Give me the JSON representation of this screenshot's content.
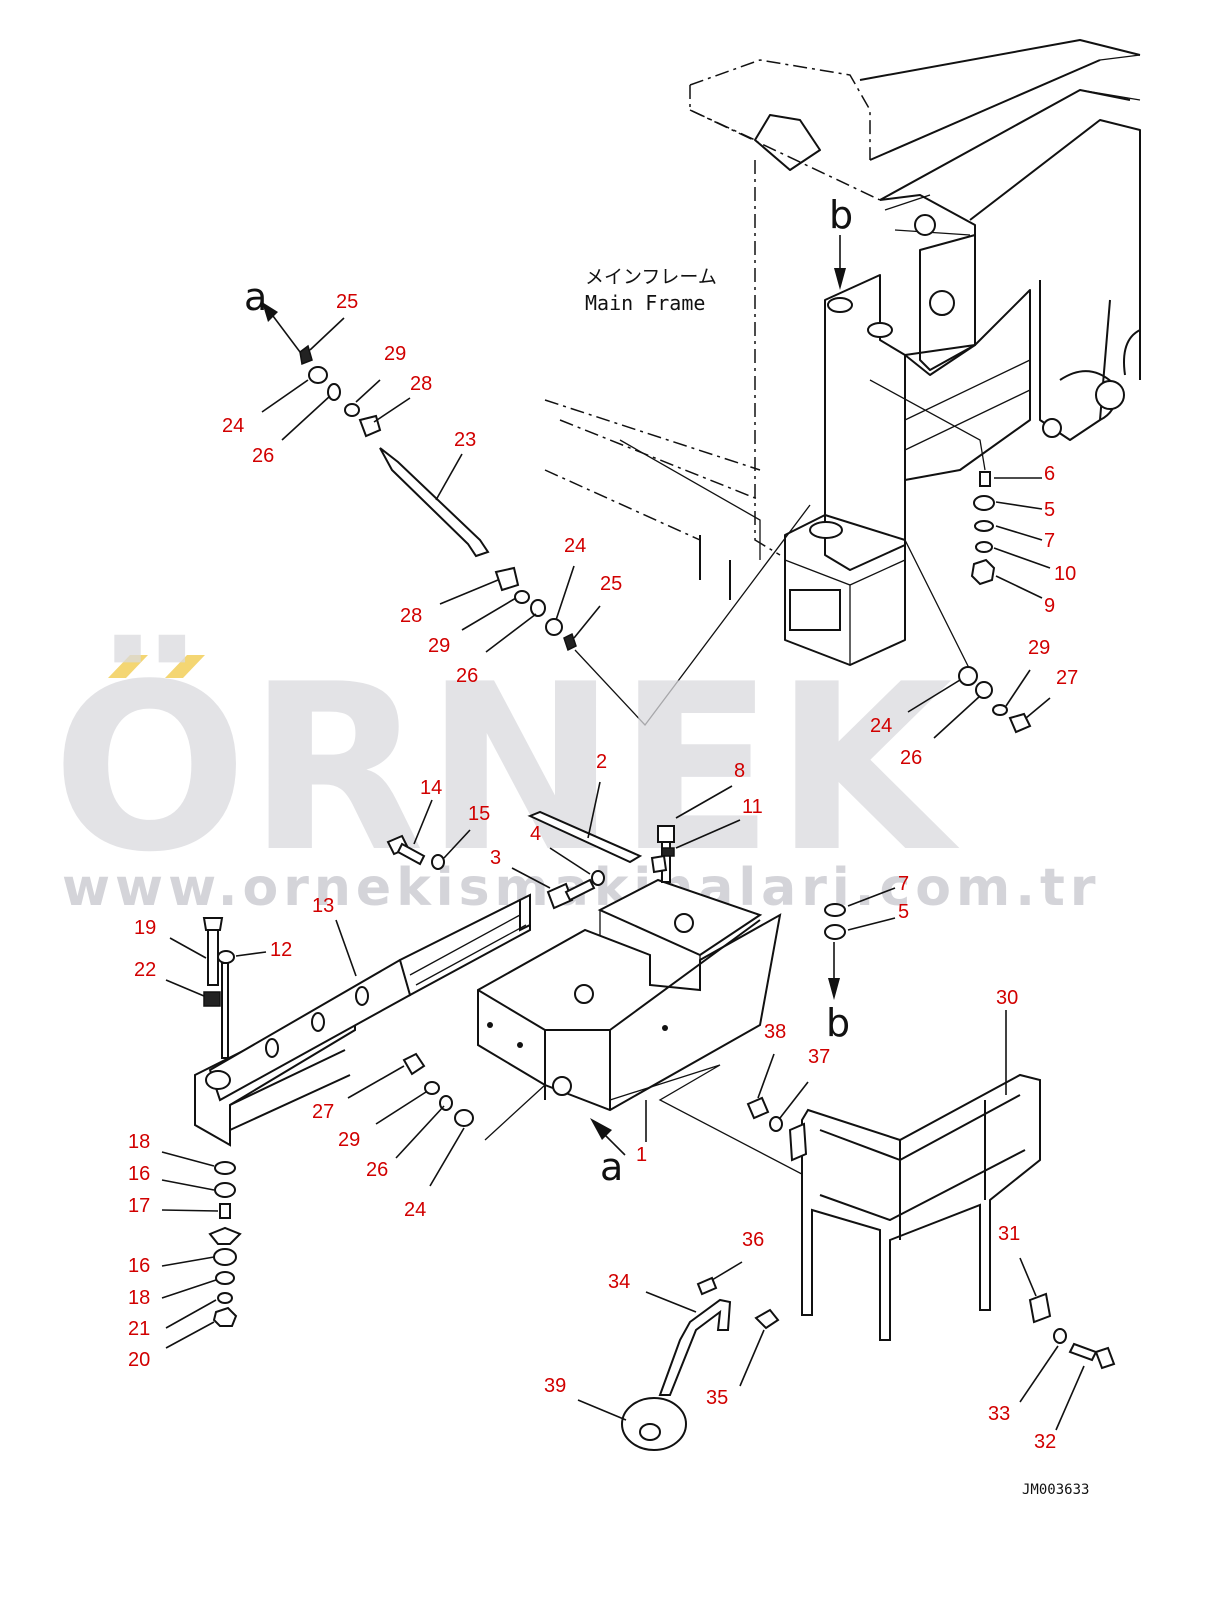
{
  "frame_label": {
    "jp": "メインフレーム",
    "en": "Main Frame"
  },
  "view_markers": {
    "a": "a",
    "b": "b"
  },
  "drawing_code": "JM003633",
  "watermark": {
    "brand": "ÖRNEK",
    "url": "www.ornekismakinalari.com.tr",
    "color": "#d9d9de",
    "accent": "#f2cf5a"
  },
  "colors": {
    "callout": "#d10000",
    "line": "#111111"
  },
  "callouts": {
    "c1": "1",
    "c2": "2",
    "c3": "3",
    "c4": "4",
    "c5a": "5",
    "c5b": "5",
    "c6": "6",
    "c7a": "7",
    "c7b": "7",
    "c8": "8",
    "c9": "9",
    "c10": "10",
    "c11": "11",
    "c12": "12",
    "c13": "13",
    "c14": "14",
    "c15": "15",
    "c16a": "16",
    "c16b": "16",
    "c17": "17",
    "c18a": "18",
    "c18b": "18",
    "c19": "19",
    "c20": "20",
    "c21": "21",
    "c22": "22",
    "c23": "23",
    "c24a": "24",
    "c24b": "24",
    "c24c": "24",
    "c24d": "24",
    "c25a": "25",
    "c25b": "25",
    "c26a": "26",
    "c26b": "26",
    "c26c": "26",
    "c26d": "26",
    "c27a": "27",
    "c27b": "27",
    "c28a": "28",
    "c28b": "28",
    "c29a": "29",
    "c29b": "29",
    "c29c": "29",
    "c29d": "29",
    "c30": "30",
    "c31": "31",
    "c32": "32",
    "c33": "33",
    "c34": "34",
    "c35": "35",
    "c36": "36",
    "c37": "37",
    "c38": "38",
    "c39": "39"
  }
}
